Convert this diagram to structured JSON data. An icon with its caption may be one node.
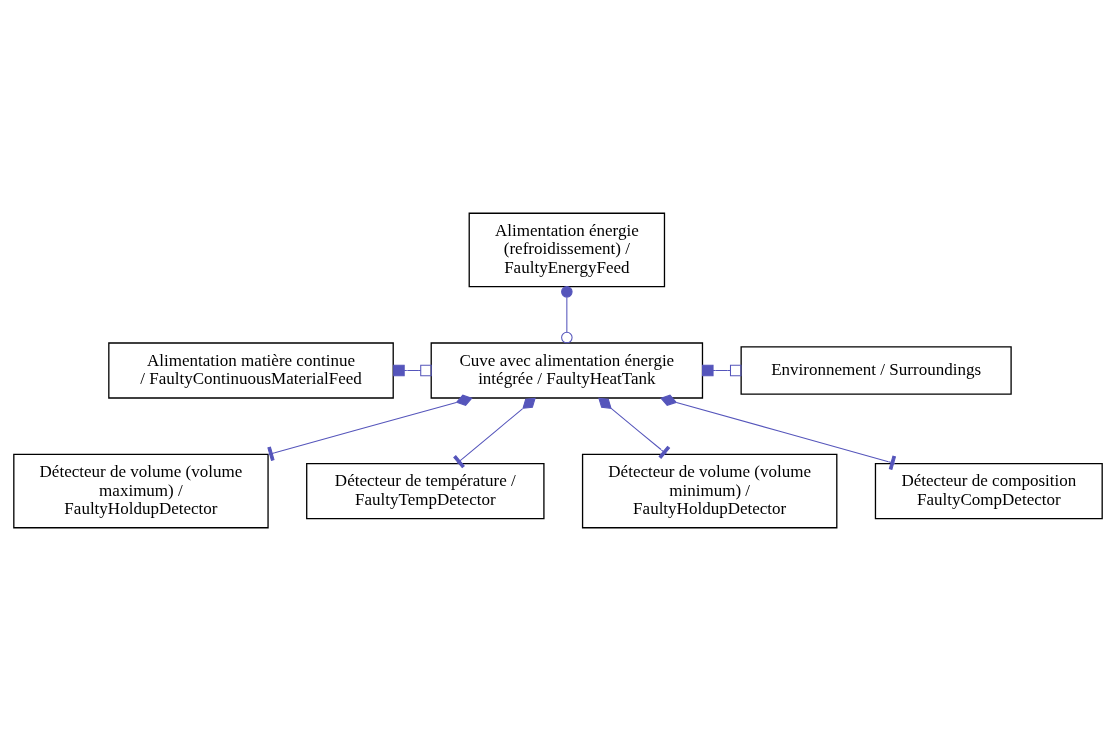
{
  "diagram": {
    "nodes": [
      {
        "text": [
          "Alimentation énergie (refroidissement) / FaultyEnergyFeed"
        ]
      },
      {
        "text": [
          "Alimentation matière continue / FaultyContinuousMaterialFeed"
        ]
      },
      {
        "text": [
          "Cuve avec alimentation énergie intégrée / FaultyHeatTank"
        ]
      },
      {
        "text": [
          "Environnement / Surroundings"
        ]
      },
      {
        "text": [
          "Détecteur de volume (volume maximum) / FaultyHoldupDetector"
        ]
      },
      {
        "text": [
          "Détecteur de température / FaultyTempDetector"
        ]
      },
      {
        "text": [
          "Détecteur de volume (volume minimum) / FaultyHoldupDetector"
        ]
      },
      {
        "text": [
          "Détecteur de composition FaultyCompDetector"
        ]
      }
    ],
    "edges": [
      {
        "from": 0,
        "to": 2,
        "arrow": "other"
      },
      {
        "from": 1,
        "to": 2,
        "arrow": "other"
      },
      {
        "from": 2,
        "to": 3,
        "arrow": "other"
      },
      {
        "from": 2,
        "to": 4,
        "arrow": "other"
      },
      {
        "from": 2,
        "to": 5,
        "arrow": "other"
      },
      {
        "from": 2,
        "to": 6,
        "arrow": "other"
      },
      {
        "from": 2,
        "to": 7,
        "arrow": "other"
      }
    ]
  }
}
